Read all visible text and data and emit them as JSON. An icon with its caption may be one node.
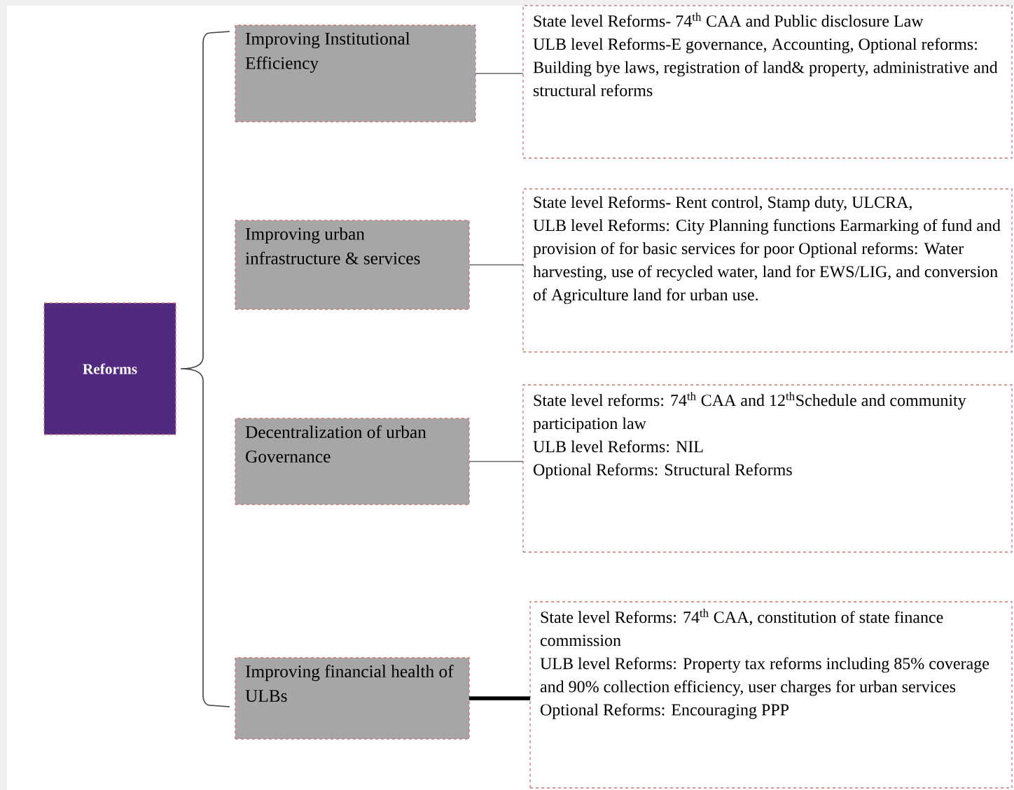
{
  "diagram": {
    "nodes": [
      {
        "text": [
          "Reforms"
        ]
      },
      {
        "text": [
          "Improving Institutional Efficiency"
        ]
      },
      {
        "text": [
          "Improving urban infrastructure & services"
        ]
      },
      {
        "text": [
          "Decentralization of urban Governance"
        ]
      },
      {
        "text": [
          "Improving financial health of ULBs"
        ]
      },
      {
        "text": [
          "State level  Reforms- 74$^{th}$ CAA and Public disclosure Law",
          "ULB level Reforms-E governance, Accounting, Optional reforms: Building bye laws, registration of land& property, administrative and structural reforms"
        ]
      },
      {
        "text": [
          "State level  Reforms- Rent control, Stamp duty, ULCRA,",
          "ULB level Reforms: City Planning functions Earmarking of fund and provision of for basic services for poor Optional reforms: Water harvesting, use of recycled water, land for EWS/LIG, and conversion of Agriculture land for urban use."
        ]
      },
      {
        "text": [
          "State level  reforms: 74$^{th}$ CAA and 12$^{th}$Schedule and community participation law",
          "ULB level Reforms: NIL",
          "Optional Reforms: Structural Reforms"
        ]
      },
      {
        "text": [
          "State level  Reforms: 74$^{th}$ CAA, constitution of state finance commission",
          "ULB level Reforms: Property tax reforms including 85% coverage and 90% collection efficiency, user charges for urban services",
          "Optional Reforms: Encouraging PPP"
        ]
      }
    ],
    "edges": [
      {
        "from": 1,
        "to": 5,
        "arrow": "none"
      },
      {
        "from": 2,
        "to": 6,
        "arrow": "none"
      },
      {
        "from": 3,
        "to": 7,
        "arrow": "none"
      },
      {
        "from": 4,
        "to": 8,
        "arrow": "none",
        "style": "thick",
        "color": "#000000"
      }
    ]
  }
}
